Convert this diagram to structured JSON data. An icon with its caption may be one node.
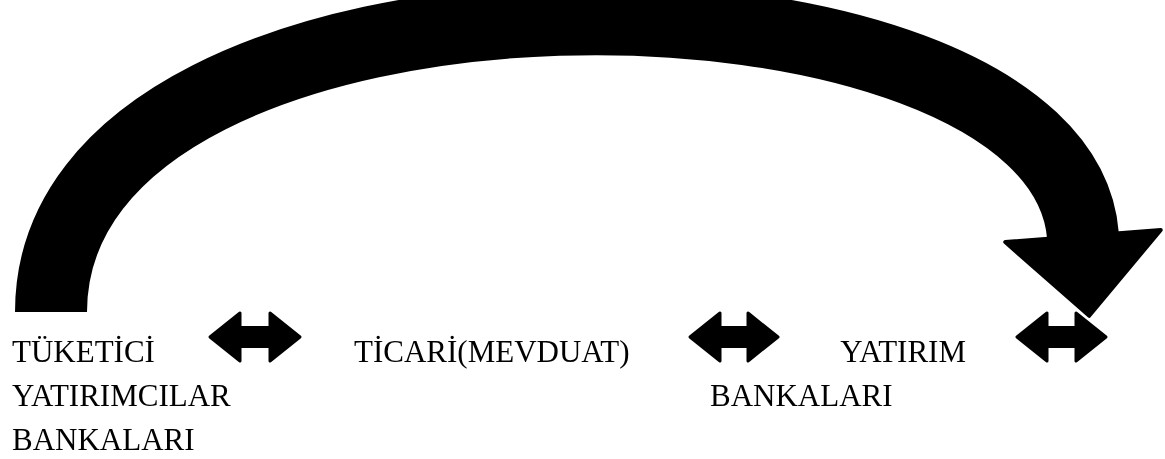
{
  "diagram": {
    "nodes": [
      {
        "text": [
          "TÜKETİCİ YATIRIMCILAR BANKALARI"
        ]
      },
      {
        "text": [
          "TİCARİ(MEVDUAT)"
        ]
      },
      {
        "text": [
          "YATIRIM",
          "BANKALARI"
        ]
      }
    ],
    "edges": [
      {
        "from": 0,
        "to": 2,
        "arrow": "to",
        "style": "thick"
      },
      {
        "from": 0,
        "to": 1,
        "arrow": "both"
      },
      {
        "from": 1,
        "to": 2,
        "arrow": "both"
      },
      {
        "from": 2,
        "to": null,
        "arrow": "both"
      }
    ]
  }
}
